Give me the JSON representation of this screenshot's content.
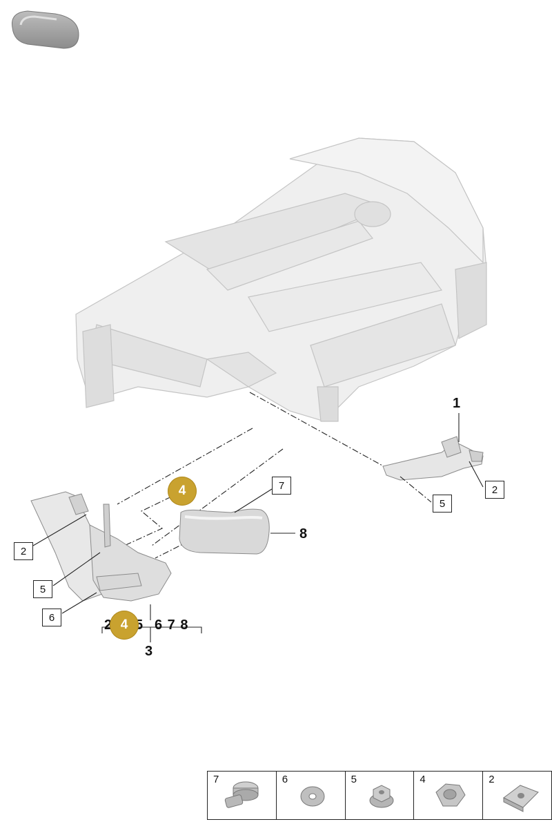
{
  "callouts": {
    "c1": "1",
    "c2_right": "2",
    "c5_right": "5",
    "c7": "7",
    "c8": "8",
    "c2_left": "2",
    "c5_left": "5",
    "c6_left": "6",
    "c3": "3"
  },
  "badges": {
    "upper": "4",
    "lower": "4"
  },
  "group_label": {
    "first": "2",
    "after_badge": "5",
    "rest": "6 7 8"
  },
  "legend": [
    {
      "num": "7",
      "icon": "bolt-icon"
    },
    {
      "num": "6",
      "icon": "washer-icon"
    },
    {
      "num": "5",
      "icon": "flange-nut-icon"
    },
    {
      "num": "4",
      "icon": "hex-nut-icon"
    },
    {
      "num": "2",
      "icon": "clip-nut-icon"
    }
  ],
  "colors": {
    "badge": "#c9a22f",
    "line": "#222222",
    "part_fill": "#e6e6e6"
  }
}
